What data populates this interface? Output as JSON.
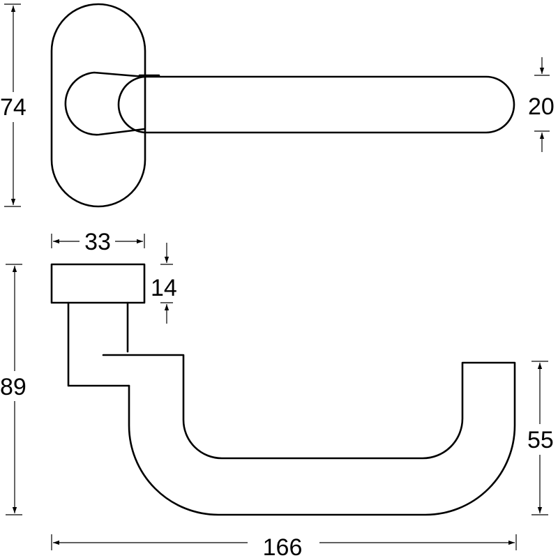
{
  "dimensions": {
    "rose_height": "74",
    "lever_thickness": "20",
    "rose_width": "33",
    "rose_depth": "14",
    "total_height": "89",
    "lever_projection": "55",
    "lever_length": "166"
  }
}
